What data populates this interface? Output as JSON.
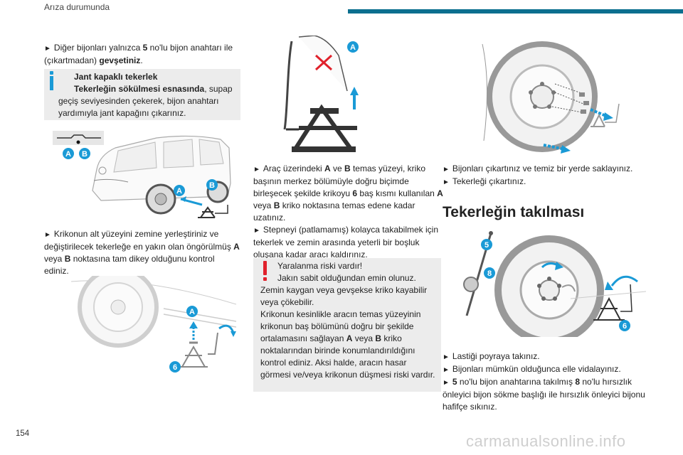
{
  "header": {
    "section_title": "Arıza durumunda"
  },
  "page_number": "154",
  "watermark": "carmanualsonline.info",
  "left": {
    "p1_text": "Diğer bijonları yalnızca ",
    "p1_num": "5",
    "p1_text2": " no'lu bijon anahtarı ile (çıkartmadan) ",
    "p1_bold": "gevşetiniz",
    "p1_end": ".",
    "info_title": "Jant kapaklı tekerlek",
    "info_bold": "Tekerleğin sökülmesi esnasında",
    "info_rest": ", supap geçiş seviyesinden çekerek, bijon anahtarı yardımıyla jant kapağını çıkarınız.",
    "p2_text": "Krikonun alt yüzeyini zemine yerleştiriniz ve değiştirilecek tekerleğe en yakın olan öngörülmüş ",
    "p2_a": "A",
    "p2_mid": " veya ",
    "p2_b": "B",
    "p2_end": " noktasına tam dikey olduğunu kontrol ediniz."
  },
  "middle": {
    "p1_a_text": "Araç üzerindeki ",
    "p1_a": "A",
    "p1_ve": " ve ",
    "p1_b": "B",
    "p1_mid": " temas yüzeyi, kriko başının merkez bölümüyle doğru biçimde birleşecek şekilde krikoyu ",
    "p1_six": "6",
    "p1_mid2": " baş kısmı kullanılan ",
    "p1_a2": "A",
    "p1_veya": " veya ",
    "p1_b2": "B",
    "p1_end": " kriko noktasına temas edene kadar uzatınız.",
    "p2": "Stepneyi (patlamamış) kolayca takabilmek için tekerlek ve zemin arasında yeterli bir boşluk oluşana kadar aracı kaldırınız.",
    "warn_l1": "Yaralanma riski vardır!",
    "warn_l2": "Jakın sabit olduğundan emin olunuz.",
    "warn_l3": "Zemin kaygan veya gevşekse kriko kayabilir veya çökebilir.",
    "warn_l4a": "Krikonun kesinlikle aracın temas yüzeyinin krikonun baş bölümünü doğru bir şekilde ortalamasını sağlayan ",
    "warn_a": "A",
    "warn_veya": " veya ",
    "warn_b": "B",
    "warn_l4b": " kriko noktalarından birinde konumlandırıldığını kontrol ediniz. Aksi halde, aracın hasar görmesi ve/veya krikonun düşmesi riski vardır."
  },
  "right": {
    "p1": "Bijonları çıkartınız ve temiz bir yerde saklayınız.",
    "p2": "Tekerleği çıkartınız.",
    "heading": "Tekerleğin takılması",
    "p3": "Lastiği poyraya takınız.",
    "p4": "Bijonları mümkün olduğunca elle vidalayınız.",
    "p5_num": "5",
    "p5_a": " no'lu bijon anahtarına takılmış ",
    "p5_num2": "8",
    "p5_b": " no'lu hırsızlık önleyici bijon sökme başlığı ile hırsızlık önleyici bijonu hafifçe sıkınız."
  },
  "figure_labels": {
    "A": "A",
    "B": "B",
    "n5": "5",
    "n6": "6",
    "n8": "8"
  },
  "colors": {
    "accent_bar": "#0b6f8f",
    "label_badge": "#1a9ad6",
    "info_mark": "#1a9ad6",
    "warn_mark": "#e0212b",
    "box_bg": "#ececec"
  }
}
